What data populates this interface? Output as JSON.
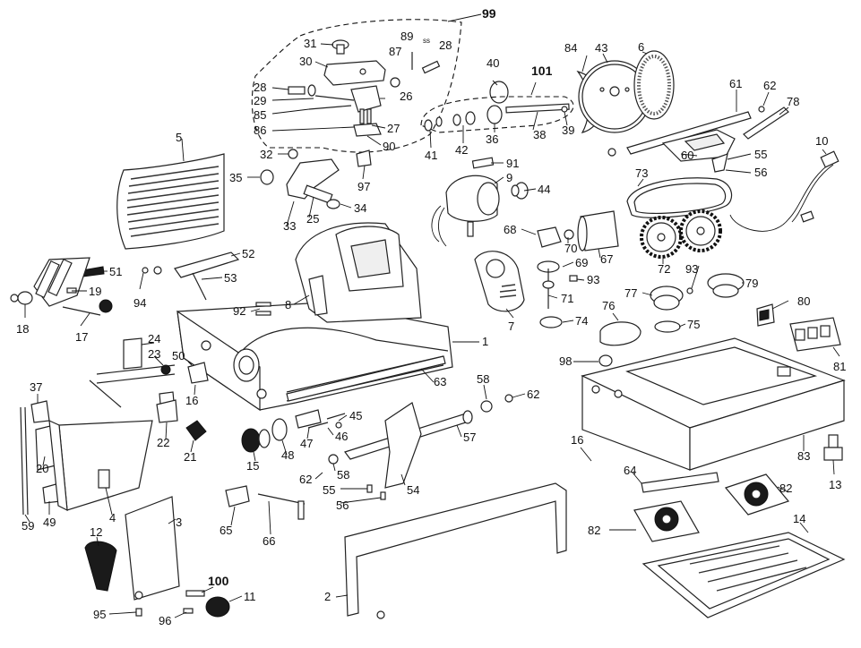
{
  "diagram": {
    "labels": [
      {
        "id": "99",
        "bold": true
      },
      {
        "id": "31"
      },
      {
        "id": "87"
      },
      {
        "id": "89"
      },
      {
        "id": "28"
      },
      {
        "id": "30"
      },
      {
        "id": "28b",
        "text": "28"
      },
      {
        "id": "26"
      },
      {
        "id": "29"
      },
      {
        "id": "85"
      },
      {
        "id": "27"
      },
      {
        "id": "86"
      },
      {
        "id": "90"
      },
      {
        "id": "84"
      },
      {
        "id": "43"
      },
      {
        "id": "6"
      },
      {
        "id": "40"
      },
      {
        "id": "101",
        "bold": true
      },
      {
        "id": "61"
      },
      {
        "id": "62"
      },
      {
        "id": "78"
      },
      {
        "id": "39"
      },
      {
        "id": "38"
      },
      {
        "id": "36"
      },
      {
        "id": "42"
      },
      {
        "id": "41"
      },
      {
        "id": "60"
      },
      {
        "id": "55"
      },
      {
        "id": "56"
      },
      {
        "id": "10"
      },
      {
        "id": "5"
      },
      {
        "id": "32"
      },
      {
        "id": "35"
      },
      {
        "id": "97"
      },
      {
        "id": "91"
      },
      {
        "id": "9"
      },
      {
        "id": "44"
      },
      {
        "id": "73"
      },
      {
        "id": "33"
      },
      {
        "id": "25"
      },
      {
        "id": "34"
      },
      {
        "id": "68"
      },
      {
        "id": "70"
      },
      {
        "id": "67"
      },
      {
        "id": "72"
      },
      {
        "id": "52"
      },
      {
        "id": "51"
      },
      {
        "id": "53"
      },
      {
        "id": "94"
      },
      {
        "id": "19"
      },
      {
        "id": "69"
      },
      {
        "id": "93"
      },
      {
        "id": "93b",
        "text": "93"
      },
      {
        "id": "71"
      },
      {
        "id": "77"
      },
      {
        "id": "79"
      },
      {
        "id": "80"
      },
      {
        "id": "92"
      },
      {
        "id": "8"
      },
      {
        "id": "18"
      },
      {
        "id": "17"
      },
      {
        "id": "7"
      },
      {
        "id": "74"
      },
      {
        "id": "76"
      },
      {
        "id": "75"
      },
      {
        "id": "1"
      },
      {
        "id": "81"
      },
      {
        "id": "24"
      },
      {
        "id": "23"
      },
      {
        "id": "50"
      },
      {
        "id": "98"
      },
      {
        "id": "37"
      },
      {
        "id": "16"
      },
      {
        "id": "63"
      },
      {
        "id": "58"
      },
      {
        "id": "62b",
        "text": "62"
      },
      {
        "id": "45"
      },
      {
        "id": "22"
      },
      {
        "id": "21"
      },
      {
        "id": "46"
      },
      {
        "id": "47"
      },
      {
        "id": "48"
      },
      {
        "id": "15"
      },
      {
        "id": "57"
      },
      {
        "id": "16b",
        "text": "16"
      },
      {
        "id": "83"
      },
      {
        "id": "20"
      },
      {
        "id": "13"
      },
      {
        "id": "62c",
        "text": "62"
      },
      {
        "id": "58b",
        "text": "58"
      },
      {
        "id": "64"
      },
      {
        "id": "54"
      },
      {
        "id": "55b",
        "text": "55"
      },
      {
        "id": "82"
      },
      {
        "id": "56b",
        "text": "56"
      },
      {
        "id": "4"
      },
      {
        "id": "49"
      },
      {
        "id": "59"
      },
      {
        "id": "65"
      },
      {
        "id": "66"
      },
      {
        "id": "3"
      },
      {
        "id": "82b",
        "text": "82"
      },
      {
        "id": "14"
      },
      {
        "id": "12"
      },
      {
        "id": "100",
        "bold": true
      },
      {
        "id": "11"
      },
      {
        "id": "2"
      },
      {
        "id": "95"
      },
      {
        "id": "96"
      }
    ],
    "small_text": "ss"
  }
}
